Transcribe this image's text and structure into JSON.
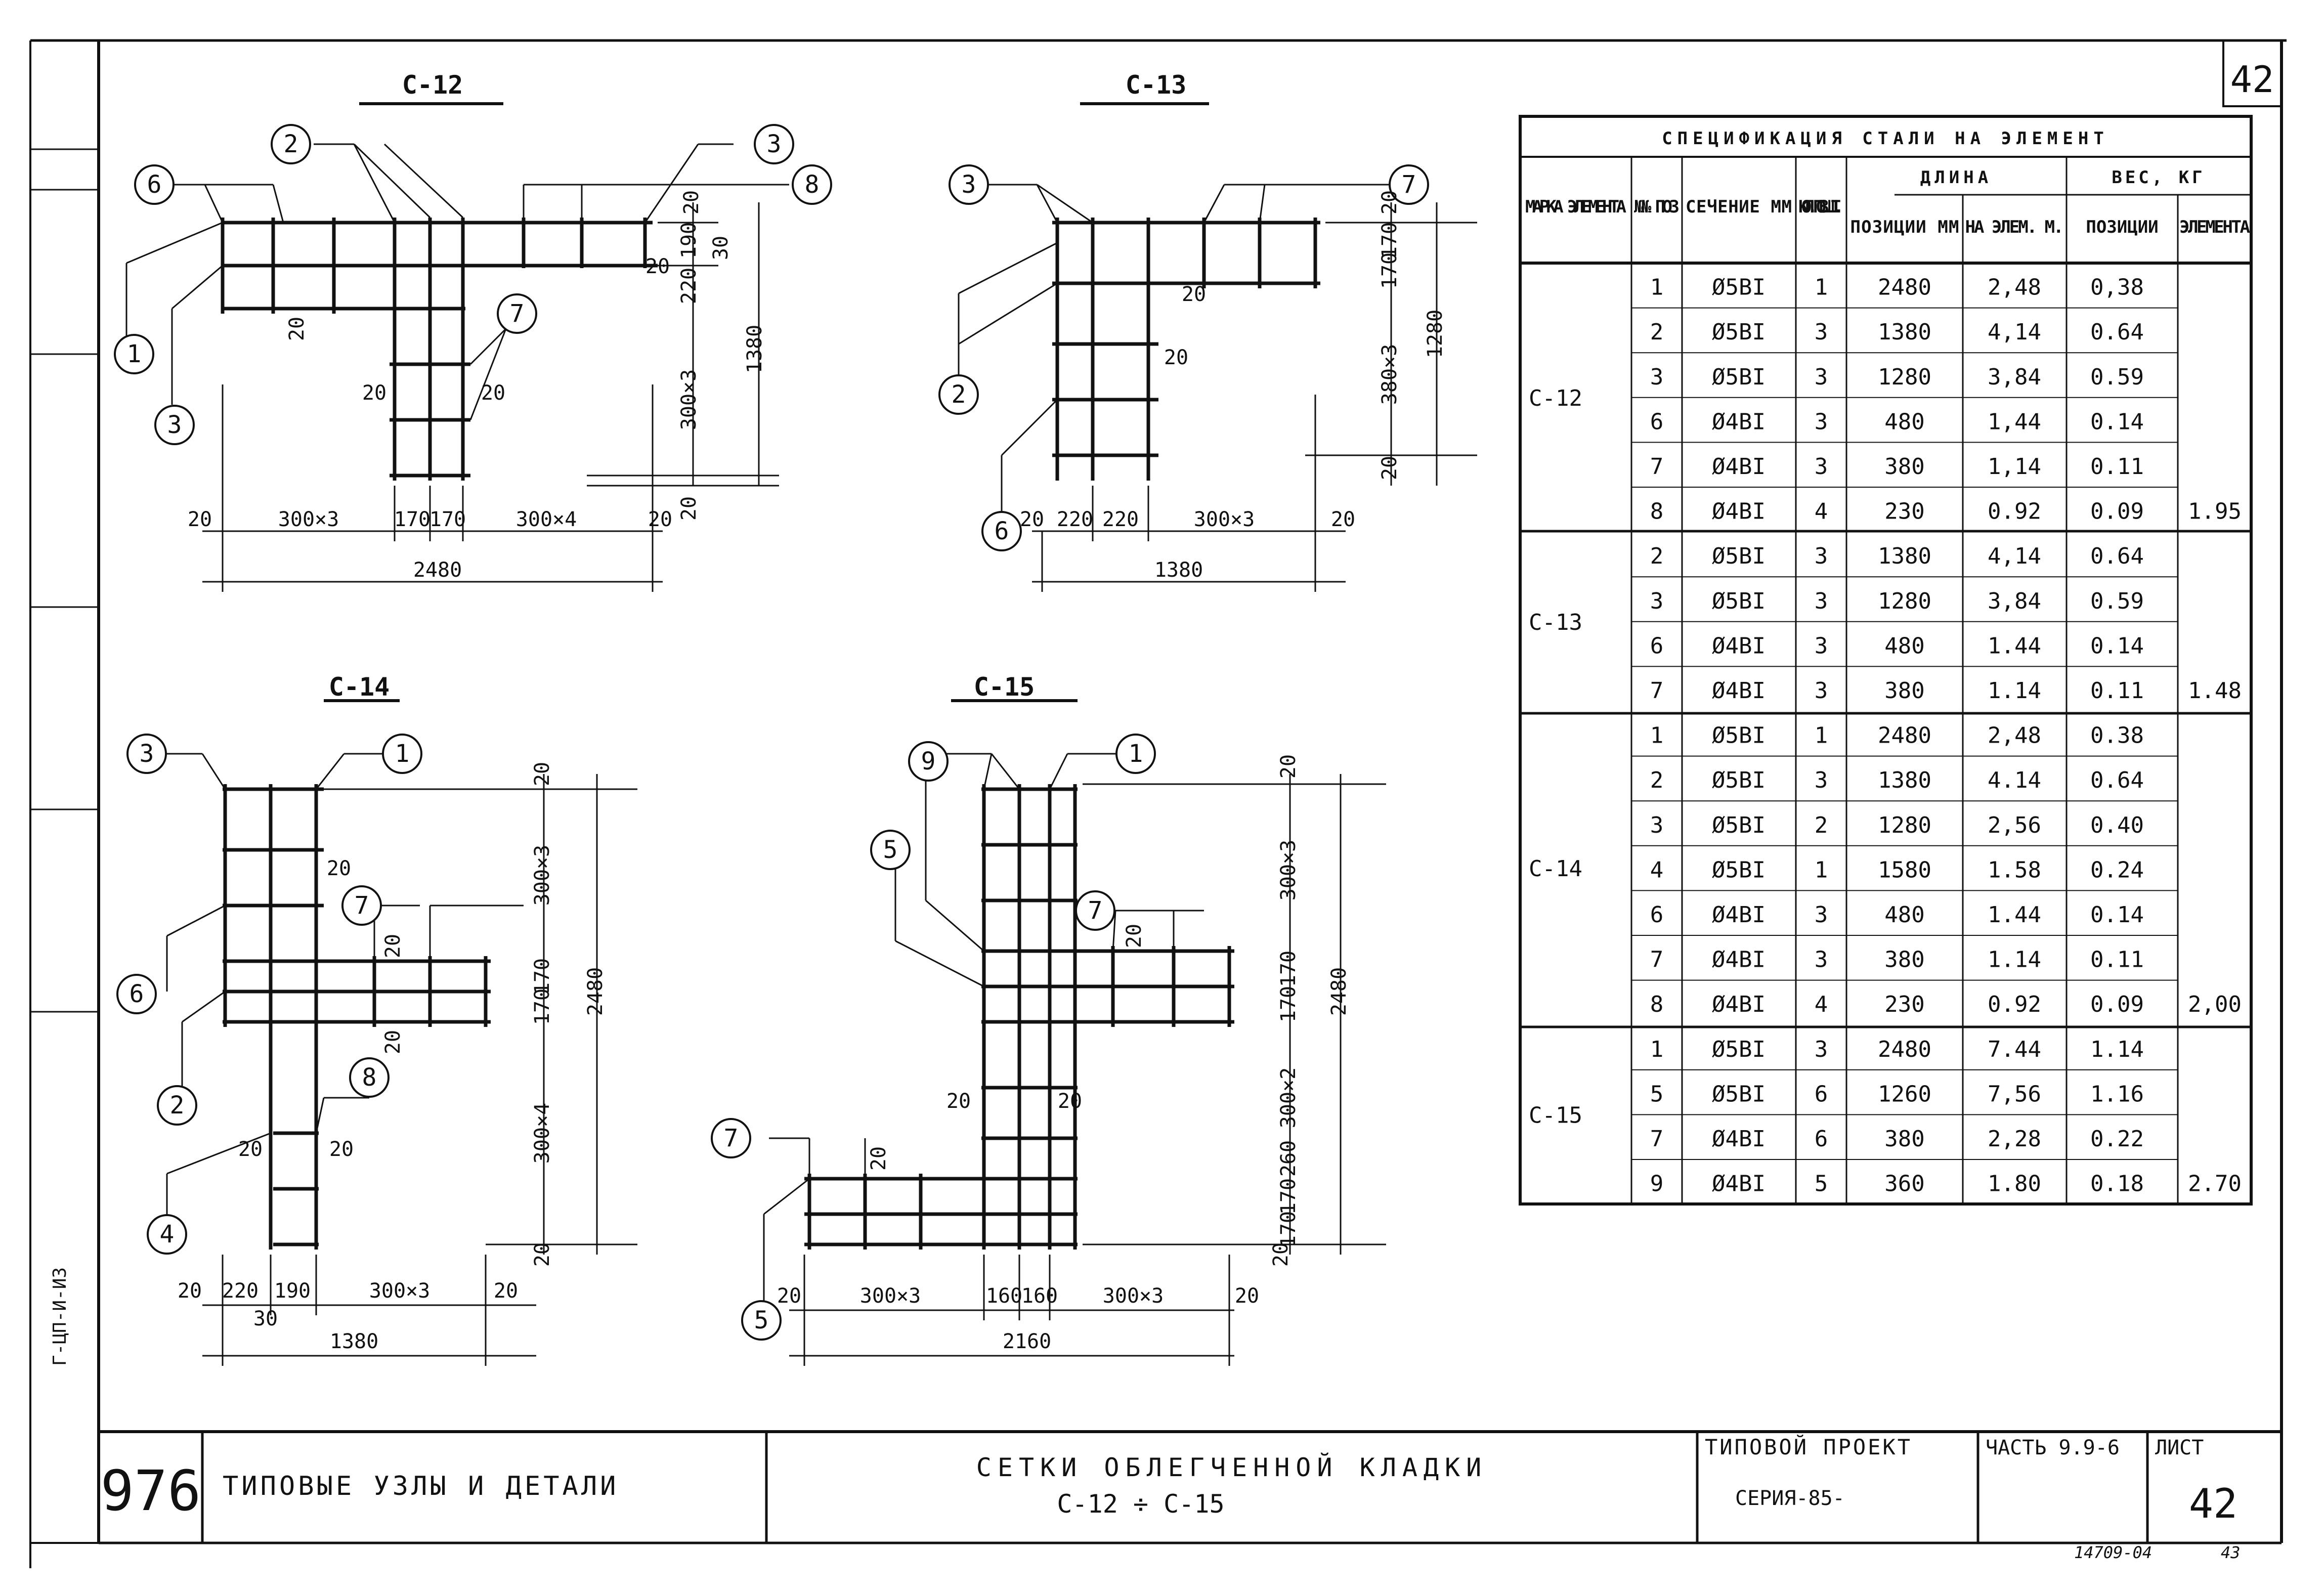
{
  "sheet_number": "42",
  "stamp": {
    "archive_number": "976",
    "subject": "ТИПОВЫЕ УЗЛЫ И ДЕТАЛИ",
    "title_line1": "СЕТКИ ОБЛЕГЧЕННОЙ КЛАДКИ",
    "title_line2": "С-12 ÷ С-15",
    "project_label": "ТИПОВОЙ ПРОЕКТ",
    "series": "СЕРИЯ-85-",
    "part": "ЧАСТЬ 9.9-6",
    "sheet_label": "ЛИСТ",
    "sheet_value": "42"
  },
  "footer_code": "14709-04",
  "footer_page": "43",
  "side_label": "Г-ЦП-И-ИЗ",
  "spec": {
    "title": "СПЕЦИФИКАЦИЯ СТАЛИ НА ЭЛЕМЕНТ",
    "headers": {
      "mark": "МАРКА ЭЛЕМЕНТА",
      "pos": "№№ ПОЗ",
      "section": "СЕЧЕНИЕ ММ",
      "qty": "КОЛ. ПОЗ. ШТ.",
      "length": "ДЛИНА",
      "len_pos": "ПОЗИЦИИ ММ",
      "len_elem": "НА ЭЛЕМ. М.",
      "weight": "ВЕС, КГ",
      "w_pos": "ПОЗИЦИИ",
      "w_elem": "ЭЛЕМЕНТА"
    },
    "groups": [
      {
        "mark": "С-12",
        "total": "1.95",
        "rows": [
          {
            "pos": "1",
            "section": "Ø5ВI",
            "qty": "1",
            "len_mm": "2480",
            "len_m": "2,48",
            "w": "0,38"
          },
          {
            "pos": "2",
            "section": "Ø5ВI",
            "qty": "3",
            "len_mm": "1380",
            "len_m": "4,14",
            "w": "0.64"
          },
          {
            "pos": "3",
            "section": "Ø5ВI",
            "qty": "3",
            "len_mm": "1280",
            "len_m": "3,84",
            "w": "0.59"
          },
          {
            "pos": "6",
            "section": "Ø4ВI",
            "qty": "3",
            "len_mm": "480",
            "len_m": "1,44",
            "w": "0.14"
          },
          {
            "pos": "7",
            "section": "Ø4ВI",
            "qty": "3",
            "len_mm": "380",
            "len_m": "1,14",
            "w": "0.11"
          },
          {
            "pos": "8",
            "section": "Ø4ВI",
            "qty": "4",
            "len_mm": "230",
            "len_m": "0.92",
            "w": "0.09"
          }
        ]
      },
      {
        "mark": "С-13",
        "total": "1.48",
        "rows": [
          {
            "pos": "2",
            "section": "Ø5ВI",
            "qty": "3",
            "len_mm": "1380",
            "len_m": "4,14",
            "w": "0.64"
          },
          {
            "pos": "3",
            "section": "Ø5ВI",
            "qty": "3",
            "len_mm": "1280",
            "len_m": "3,84",
            "w": "0.59"
          },
          {
            "pos": "6",
            "section": "Ø4ВI",
            "qty": "3",
            "len_mm": "480",
            "len_m": "1.44",
            "w": "0.14"
          },
          {
            "pos": "7",
            "section": "Ø4ВI",
            "qty": "3",
            "len_mm": "380",
            "len_m": "1.14",
            "w": "0.11"
          }
        ]
      },
      {
        "mark": "С-14",
        "total": "2,00",
        "rows": [
          {
            "pos": "1",
            "section": "Ø5ВI",
            "qty": "1",
            "len_mm": "2480",
            "len_m": "2,48",
            "w": "0.38"
          },
          {
            "pos": "2",
            "section": "Ø5ВI",
            "qty": "3",
            "len_mm": "1380",
            "len_m": "4.14",
            "w": "0.64"
          },
          {
            "pos": "3",
            "section": "Ø5ВI",
            "qty": "2",
            "len_mm": "1280",
            "len_m": "2,56",
            "w": "0.40"
          },
          {
            "pos": "4",
            "section": "Ø5ВI",
            "qty": "1",
            "len_mm": "1580",
            "len_m": "1.58",
            "w": "0.24"
          },
          {
            "pos": "6",
            "section": "Ø4ВI",
            "qty": "3",
            "len_mm": "480",
            "len_m": "1.44",
            "w": "0.14"
          },
          {
            "pos": "7",
            "section": "Ø4ВI",
            "qty": "3",
            "len_mm": "380",
            "len_m": "1.14",
            "w": "0.11"
          },
          {
            "pos": "8",
            "section": "Ø4ВI",
            "qty": "4",
            "len_mm": "230",
            "len_m": "0.92",
            "w": "0.09"
          }
        ]
      },
      {
        "mark": "С-15",
        "total": "2.70",
        "rows": [
          {
            "pos": "1",
            "section": "Ø5ВI",
            "qty": "3",
            "len_mm": "2480",
            "len_m": "7.44",
            "w": "1.14"
          },
          {
            "pos": "5",
            "section": "Ø5ВI",
            "qty": "6",
            "len_mm": "1260",
            "len_m": "7,56",
            "w": "1.16"
          },
          {
            "pos": "7",
            "section": "Ø4ВI",
            "qty": "6",
            "len_mm": "380",
            "len_m": "2,28",
            "w": "0.22"
          },
          {
            "pos": "9",
            "section": "Ø4ВI",
            "qty": "5",
            "len_mm": "360",
            "len_m": "1.80",
            "w": "0.18"
          }
        ]
      }
    ]
  },
  "drawings": {
    "c12": {
      "title": "С-12",
      "callouts": [
        "6",
        "2",
        "3",
        "8",
        "1",
        "3",
        "7"
      ],
      "dims": {
        "d20a": "20",
        "d300x3": "300×3",
        "d170a": "170",
        "d170b": "170",
        "d300x4": "300×4",
        "d20b": "20",
        "total": "2480",
        "v20": "20",
        "v190": "190",
        "v30": "30",
        "v220": "220",
        "v300x3": "300×3",
        "v1380": "1380",
        "v20b": "20",
        "n20a": "20",
        "n20b": "20",
        "n20c": "20",
        "n20d": "20"
      }
    },
    "c13": {
      "title": "С-13",
      "callouts": [
        "3",
        "7",
        "2",
        "6"
      ],
      "dims": {
        "d20a": "20",
        "d220a": "220",
        "d220b": "220",
        "d300x3": "300×3",
        "d20b": "20",
        "total": "1380",
        "v20": "20",
        "v170a": "170",
        "v170b": "170",
        "v380x3": "380×3",
        "v1280": "1280",
        "v20b": "20",
        "n20a": "20",
        "n20b": "20"
      }
    },
    "c14": {
      "title": "С-14",
      "callouts": [
        "3",
        "1",
        "7",
        "6",
        "8",
        "2",
        "4"
      ],
      "dims": {
        "d20a": "20",
        "d220": "220",
        "d190": "190",
        "d300x3": "300×3",
        "d20b": "20",
        "d30": "30",
        "total": "1380",
        "v20": "20",
        "v300x3": "300×3",
        "v170a": "170",
        "v170b": "170",
        "v2480": "2480",
        "v300x4": "300×4",
        "v20b": "20",
        "n20a": "20",
        "n20b": "20",
        "n20c": "20",
        "n20d": "20",
        "n20e": "20"
      }
    },
    "c15": {
      "title": "С-15",
      "callouts": [
        "9",
        "1",
        "5",
        "7",
        "7",
        "5"
      ],
      "dims": {
        "d20a": "20",
        "d300x3a": "300×3",
        "d160a": "160",
        "d160b": "160",
        "d300x3b": "300×3",
        "d20b": "20",
        "total": "2160",
        "v20": "20",
        "v300x3": "300×3",
        "v170a": "170",
        "v170b": "170",
        "v2480": "2480",
        "v300x2": "300×2",
        "v260": "260",
        "v170c": "170",
        "v170d": "170",
        "v20b": "20",
        "n20a": "20",
        "n20b": "20",
        "n20c": "20",
        "n20d": "20"
      }
    }
  }
}
